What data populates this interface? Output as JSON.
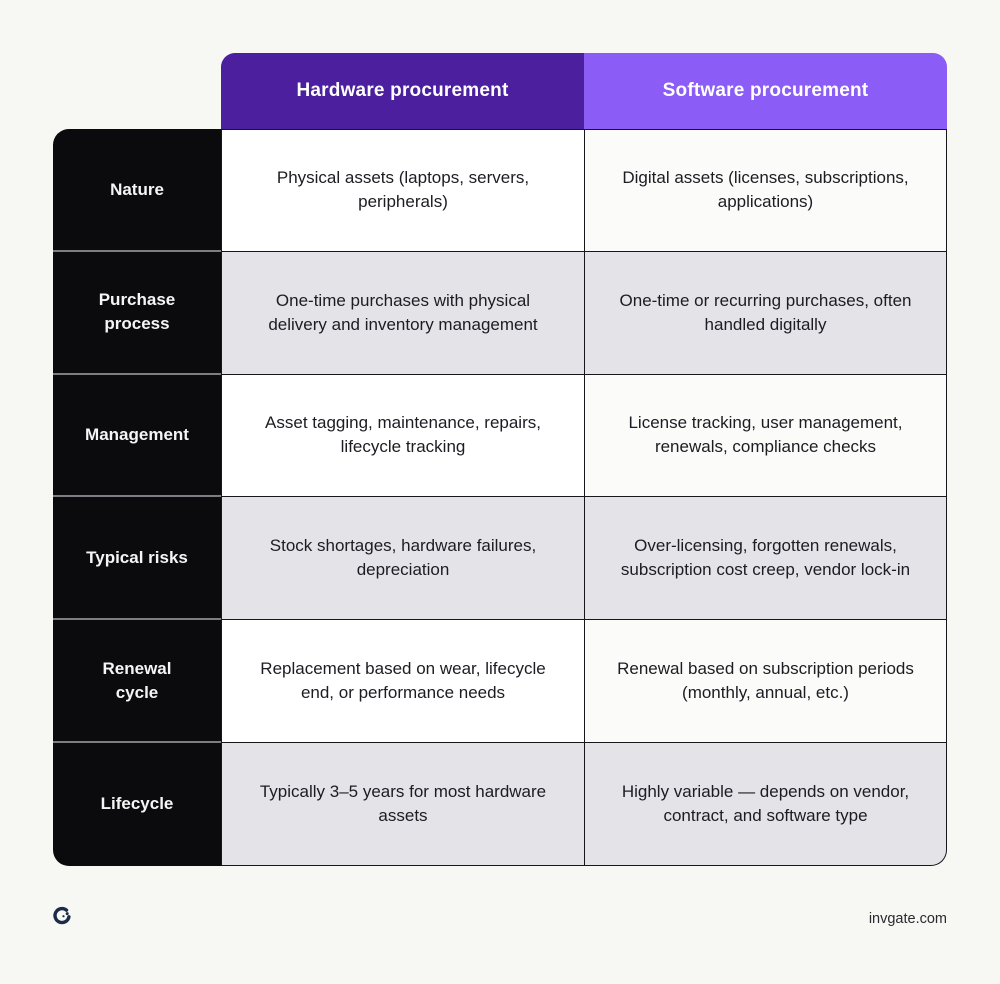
{
  "page": {
    "site_label": "invgate.com",
    "logo_name": "invgate-logo"
  },
  "colors": {
    "page_bg": "#f7f7f4",
    "hardware_header_bg": "#4b1f9e",
    "software_header_bg": "#8b5cf6",
    "row_label_bg": "#0b0b0e",
    "alt_row_bg": "#e4e3e8",
    "cell_border": "#17171b",
    "header_text": "#ffffff",
    "cell_text": "#1c1c22"
  },
  "table": {
    "columns": [
      {
        "label": "Hardware procurement"
      },
      {
        "label": "Software procurement"
      }
    ],
    "rows": [
      {
        "label": "Nature",
        "hardware": "Physical assets (laptops, servers, peripherals)",
        "software": "Digital assets (licenses, subscriptions, applications)"
      },
      {
        "label": "Purchase process",
        "hardware": "One-time purchases with physical delivery and inventory management",
        "software": "One-time or recurring purchases, often handled digitally"
      },
      {
        "label": "Management",
        "hardware": "Asset tagging, maintenance, repairs, lifecycle tracking",
        "software": "License tracking, user management, renewals, compliance checks"
      },
      {
        "label": "Typical risks",
        "hardware": "Stock shortages, hardware failures, depreciation",
        "software": "Over-licensing, forgotten renewals, subscription cost creep, vendor lock-in"
      },
      {
        "label": "Renewal cycle",
        "hardware": "Replacement based on wear, lifecycle end, or performance needs",
        "software": "Renewal based on subscription periods (monthly, annual, etc.)"
      },
      {
        "label": "Lifecycle",
        "hardware": "Typically 3–5 years for most hardware assets",
        "software": "Highly variable — depends on vendor, contract, and software type"
      }
    ]
  }
}
